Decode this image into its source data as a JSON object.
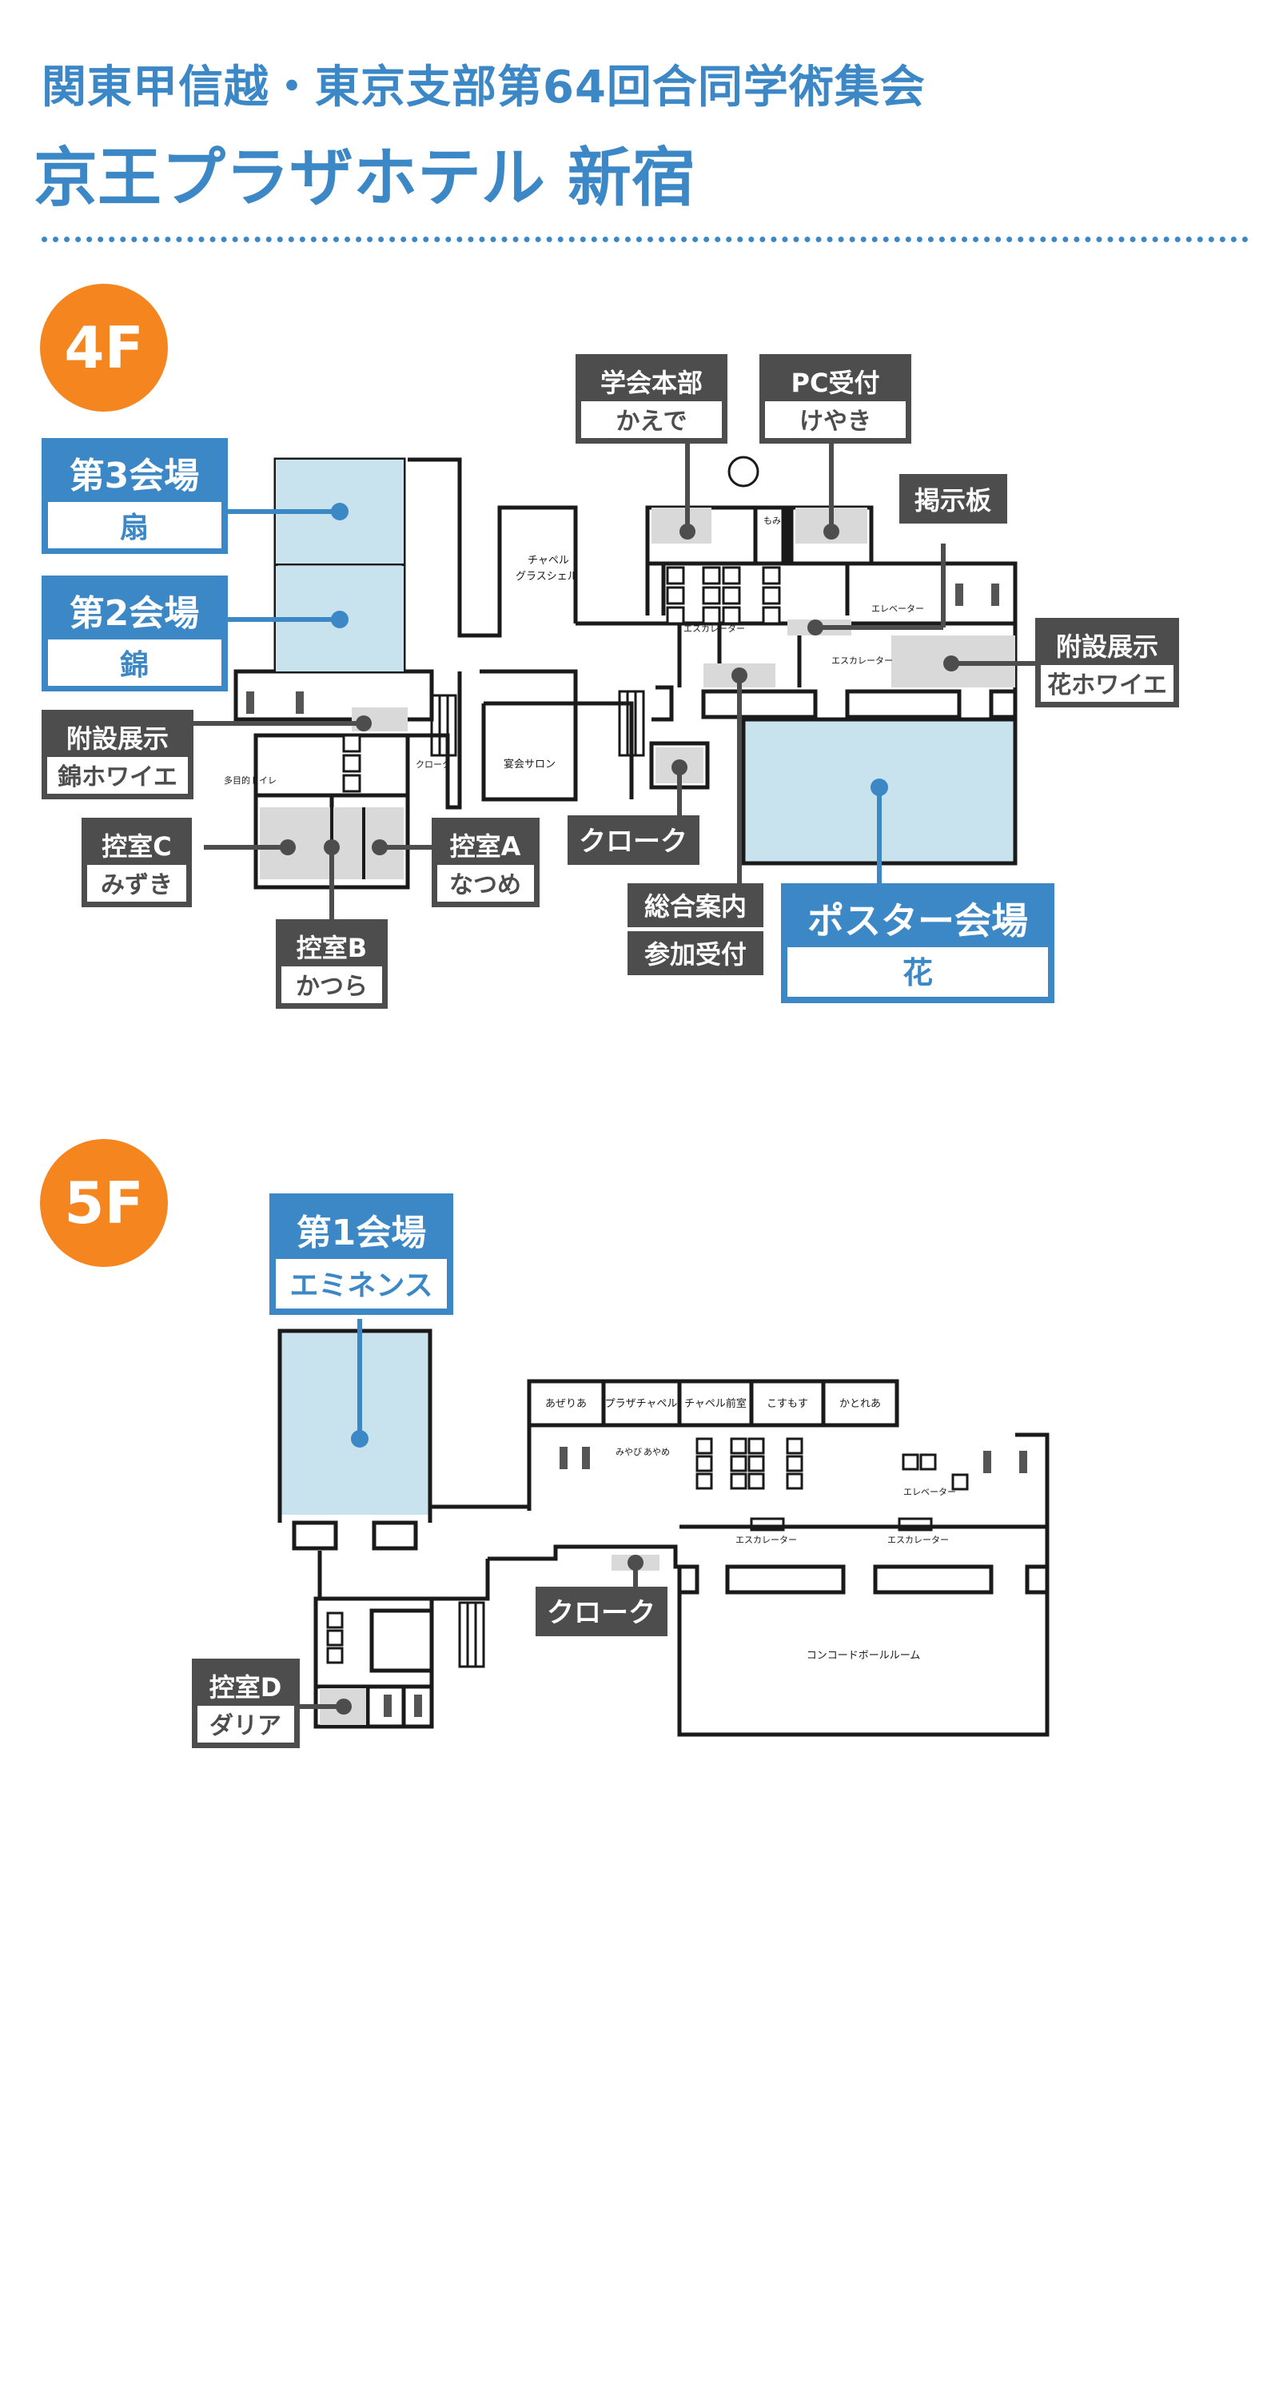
{
  "header": {
    "conference_title": "関東甲信越・東京支部第64回合同学術集会",
    "venue": "京王プラザホテル 新宿"
  },
  "colors": {
    "accent_blue": "#3c87c5",
    "room_fill": "#c8e3ee",
    "floor_badge": "#f5861f",
    "label_dark": "#4d4d4d",
    "gray_area": "#d9d9d9"
  },
  "floors": {
    "f4": {
      "badge": "4F",
      "rooms": {
        "hall3": {
          "title": "第3会場",
          "name": "扇"
        },
        "hall2": {
          "title": "第2会場",
          "name": "錦"
        },
        "poster": {
          "title": "ポスター会場",
          "name": "花"
        },
        "hq": {
          "title": "学会本部",
          "name": "かえで"
        },
        "pc": {
          "title": "PC受付",
          "name": "けやき"
        },
        "board": {
          "title": "掲示板"
        },
        "exhibit_hana": {
          "title": "附設展示",
          "name": "花ホワイエ"
        },
        "exhibit_nishiki": {
          "title": "附設展示",
          "name": "錦ホワイエ"
        },
        "cloak": {
          "title": "クローク"
        },
        "info": {
          "title": "総合案内"
        },
        "reception": {
          "title": "参加受付"
        },
        "wait_a": {
          "title": "控室A",
          "name": "なつめ"
        },
        "wait_b": {
          "title": "控室B",
          "name": "かつら"
        },
        "wait_c": {
          "title": "控室C",
          "name": "みずき"
        }
      },
      "small_labels": {
        "chapel": "チャペル",
        "chapel2": "グラスシェル",
        "momiji": "もみじ",
        "elevator": "エレベーター",
        "escalator": "エスカレーター",
        "multi_toilet": "多目的トイレ",
        "cloak_small": "クローク",
        "banquet_salon": "宴会サロン"
      }
    },
    "f5": {
      "badge": "5F",
      "rooms": {
        "hall1": {
          "title": "第1会場",
          "name": "エミネンス"
        },
        "cloak": {
          "title": "クローク"
        },
        "wait_d": {
          "title": "控室D",
          "name": "ダリア"
        }
      },
      "small_labels": {
        "azalea": "あぜりあ",
        "plaza_chapel": "プラザチャペル",
        "chapel_front": "チャペル前室",
        "cosmos": "こすもす",
        "katorea": "かとれあ",
        "miyabi": "みやび",
        "ayame": "あやめ",
        "elevator": "エレベーター",
        "escalator": "エスカレーター",
        "concord": "コンコードボールルーム"
      }
    }
  }
}
